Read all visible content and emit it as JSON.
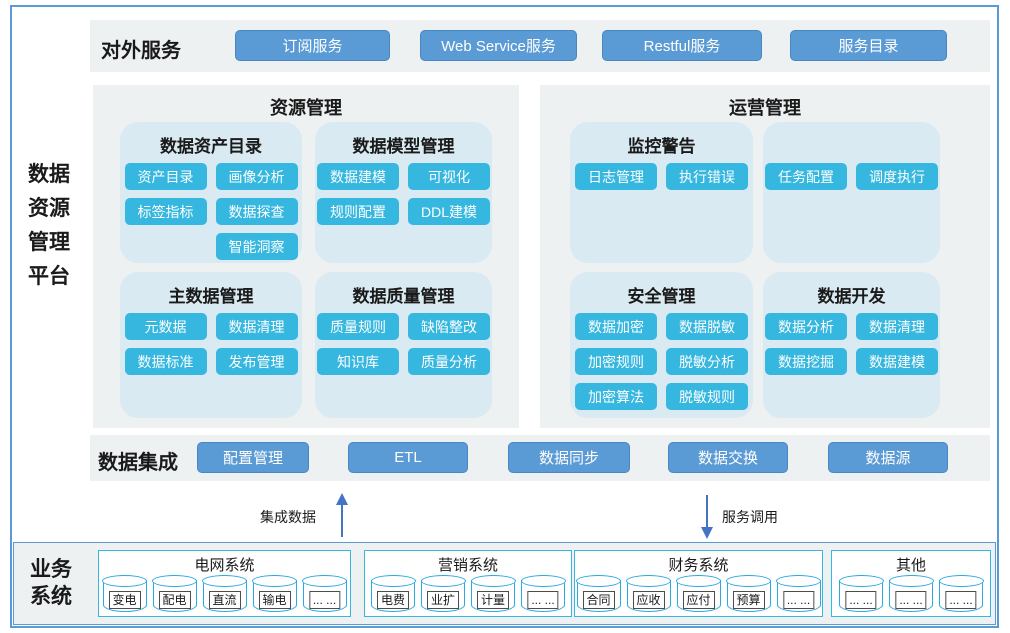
{
  "colors": {
    "primary_blue": "#5b9bd5",
    "cyan_button": "#35b7e0",
    "panel_bg": "#edf1f2",
    "subpanel_bg": "#d9eaf2",
    "arrow_blue": "#4472c4",
    "cylinder_border": "#29aae1"
  },
  "platform": {
    "title_lines": [
      "数据",
      "资源",
      "管理",
      "平台"
    ]
  },
  "external_services": {
    "label": "对外服务",
    "buttons": [
      "订阅服务",
      "Web Service服务",
      "Restful服务",
      "服务目录"
    ]
  },
  "resource_management": {
    "title": "资源管理",
    "groups": [
      {
        "title": "数据资产目录",
        "items": [
          "资产目录",
          "画像分析",
          "标签指标",
          "数据探查",
          "智能洞察"
        ]
      },
      {
        "title": "数据模型管理",
        "items": [
          "数据建模",
          "可视化",
          "规则配置",
          "DDL建模"
        ]
      },
      {
        "title": "主数据管理",
        "items": [
          "元数据",
          "数据清理",
          "数据标准",
          "发布管理"
        ]
      },
      {
        "title": "数据质量管理",
        "items": [
          "质量规则",
          "缺陷整改",
          "知识库",
          "质量分析"
        ]
      }
    ]
  },
  "operations_management": {
    "title": "运营管理",
    "groups": [
      {
        "title": "监控警告",
        "items": [
          "日志管理",
          "执行错误"
        ]
      },
      {
        "title": "",
        "items": [
          "任务配置",
          "调度执行"
        ]
      },
      {
        "title": "安全管理",
        "items": [
          "数据加密",
          "数据脱敏",
          "加密规则",
          "脱敏分析",
          "加密算法",
          "脱敏规则"
        ]
      },
      {
        "title": "数据开发",
        "items": [
          "数据分析",
          "数据清理",
          "数据挖掘",
          "数据建模"
        ]
      }
    ]
  },
  "data_integration": {
    "label": "数据集成",
    "buttons": [
      "配置管理",
      "ETL",
      "数据同步",
      "数据交换",
      "数据源"
    ]
  },
  "flows": {
    "up_label": "集成数据",
    "down_label": "服务调用"
  },
  "business_systems": {
    "label_lines": [
      "业务",
      "系统"
    ],
    "systems": [
      {
        "title": "电网系统",
        "items": [
          "变电",
          "配电",
          "直流",
          "输电",
          "... ..."
        ]
      },
      {
        "title": "营销系统",
        "items": [
          "电费",
          "业扩",
          "计量",
          "... ..."
        ]
      },
      {
        "title": "财务系统",
        "items": [
          "合同",
          "应收",
          "应付",
          "预算",
          "... ..."
        ]
      },
      {
        "title": "其他",
        "items": [
          "... ...",
          "... ...",
          "... ..."
        ]
      }
    ]
  }
}
